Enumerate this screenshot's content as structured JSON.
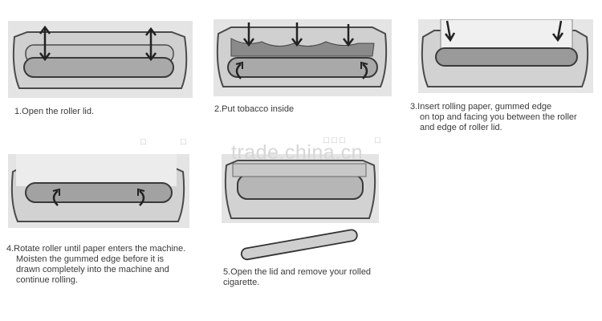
{
  "steps": [
    {
      "id": "1",
      "lines": [
        "1.Open the roller lid."
      ]
    },
    {
      "id": "2",
      "lines": [
        "2.Put tobacco inside"
      ]
    },
    {
      "id": "3",
      "lines": [
        "3.Insert rolling paper, gummed edge",
        "on top and facing you between the roller",
        "and edge of roller lid."
      ]
    },
    {
      "id": "4",
      "lines": [
        "4.Rotate roller until paper enters the machine.",
        "Moisten the gummed edge before it is",
        "drawn completely into the  machine and",
        "continue rolling."
      ]
    },
    {
      "id": "5",
      "lines": [
        "5.Open the lid and remove your  rolled",
        "cigarette."
      ]
    }
  ],
  "watermark": {
    "text": "trade.china.cn",
    "glyph": "口"
  },
  "colors": {
    "outline": "#4a4a4a",
    "roller_fill": "#b8b8b8",
    "panel_fill": "#e2e2e2"
  }
}
